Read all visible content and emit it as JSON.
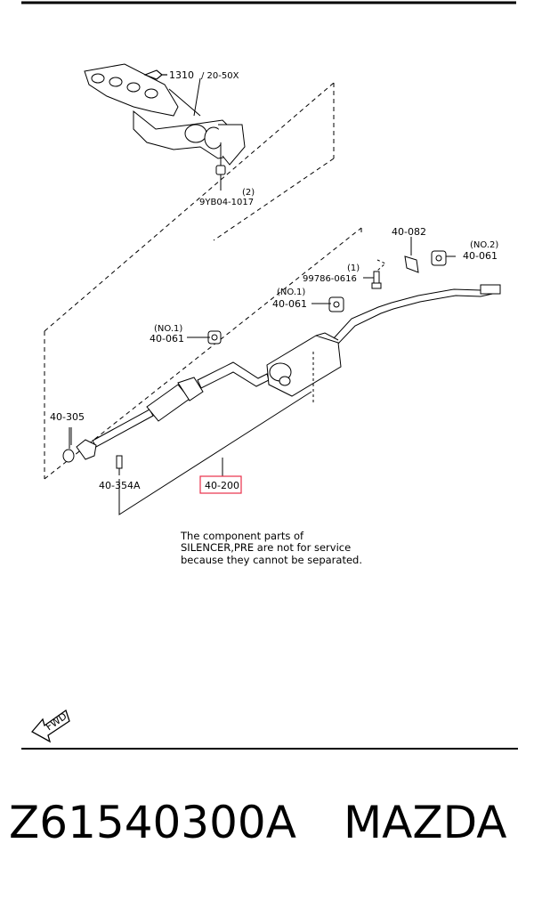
{
  "diagram": {
    "ref_top": "1310",
    "ref_top_sub": "/ 20-50X",
    "nut_part": "9YB04-1017",
    "nut_qty": "(2)",
    "bracket_part": "40-082",
    "no2_label": "(NO.2)",
    "hanger_rear": "40-061",
    "bolt_qty": "(1)",
    "bolt_part": "99786-0616",
    "no1_label_a": "(NO.1)",
    "hanger_mid": "40-061",
    "no1_label_b": "(NO.1)",
    "hanger_front": "40-061",
    "gasket_part": "40-305",
    "stud_part": "40-354A",
    "silencer_part": "40-200",
    "note_line1": "The component parts of",
    "note_line2": "SILENCER,PRE are not for service",
    "note_line3": "because they cannot be separated.",
    "fwd": "FWD"
  },
  "footer": {
    "part_number": "Z61540300A",
    "brand": "MAZDA"
  },
  "colors": {
    "highlight": "#e8304a",
    "line": "#000000"
  }
}
